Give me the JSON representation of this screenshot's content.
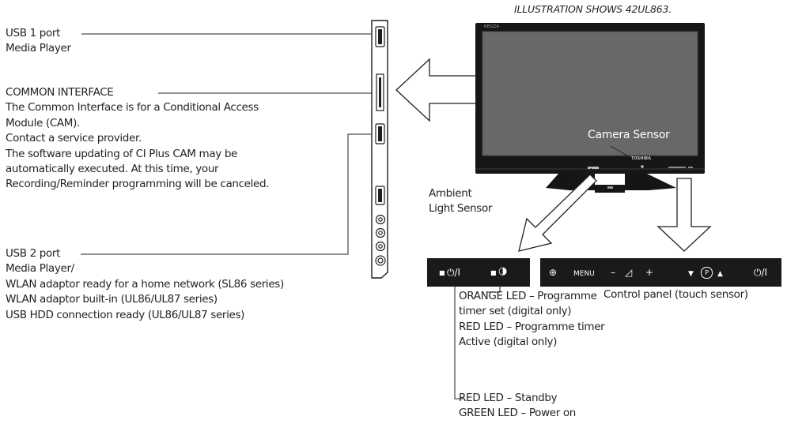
{
  "caption": "ILLUSTRATION SHOWS 42UL863.",
  "usb1": {
    "title": "USB 1 port",
    "lines": [
      "Media Player"
    ]
  },
  "common_interface": {
    "title": "COMMON INTERFACE",
    "lines": [
      "The Common Interface is for a Conditional Access",
      "Module (CAM).",
      "Contact a service provider.",
      "The software updating of CI Plus CAM may be",
      "automatically executed. At this time, your",
      "Recording/Reminder programming will be canceled."
    ]
  },
  "usb2": {
    "title": "USB 2 port",
    "lines": [
      "Media Player/",
      "WLAN adaptor ready for a home network (SL86 series)",
      "WLAN adaptor built-in (UL86/UL87 series)",
      "USB HDD connection ready (UL86/UL87 series)"
    ]
  },
  "tv": {
    "brand": "TOSHIBA",
    "model_badge": "REGZA"
  },
  "camera_sensor": "Camera Sensor",
  "ambient_sensor": [
    "Ambient",
    "Light Sensor"
  ],
  "led_panel": {
    "power_symbol": "⏻/I",
    "timer_symbol": "◑"
  },
  "control_panel": {
    "input_icon": "⊕",
    "menu": "MENU",
    "vol_minus": "–",
    "vol_icon": "◿",
    "vol_plus": "+",
    "prog_down": "▼",
    "prog_p": "P",
    "prog_up": "▲",
    "power": "⏻/I",
    "label": "Control panel (touch sensor)"
  },
  "timer_led_text": [
    "ORANGE LED – Programme",
    "timer set (digital only)",
    "RED LED – Programme timer",
    "Active (digital only)"
  ],
  "standby_led_text": [
    "RED LED – Standby",
    "GREEN LED – Power on"
  ]
}
